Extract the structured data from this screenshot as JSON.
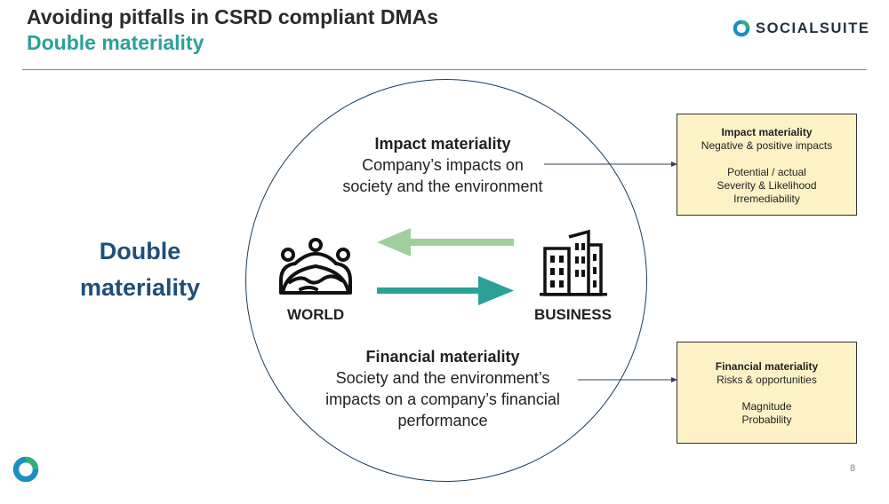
{
  "header": {
    "title": "Avoiding pitfalls in CSRD compliant DMAs",
    "subtitle": "Double materiality",
    "logo_text": "SOCIALSUITE"
  },
  "main_label": {
    "line1": "Double",
    "line2": "materiality"
  },
  "impact": {
    "title": "Impact materiality",
    "line1": "Company’s impacts on",
    "line2": "society and the environment"
  },
  "financial": {
    "title": "Financial materiality",
    "line1": "Society and the environment’s",
    "line2": "impacts on a company’s financial",
    "line3": "performance"
  },
  "world_label": "WORLD",
  "business_label": "BUSINESS",
  "impact_box": {
    "title": "Impact materiality",
    "line1": "Negative & positive impacts",
    "line2": "Potential / actual",
    "line3": "Severity & Likelihood",
    "line4": "Irremediability"
  },
  "financial_box": {
    "title": "Financial materiality",
    "line1": "Risks & opportunities",
    "line2": "Magnitude",
    "line3": "Probability"
  },
  "page_number": "8",
  "colors": {
    "teal": "#2aa196",
    "navy": "#1f4e79",
    "light_green_arrow": "#9fcf9a",
    "box_fill": "#fdf2c6"
  },
  "icons": [
    "socialsuite-logo-icon",
    "world-people-icon",
    "business-buildings-icon",
    "arrow-left-icon",
    "arrow-right-icon"
  ]
}
